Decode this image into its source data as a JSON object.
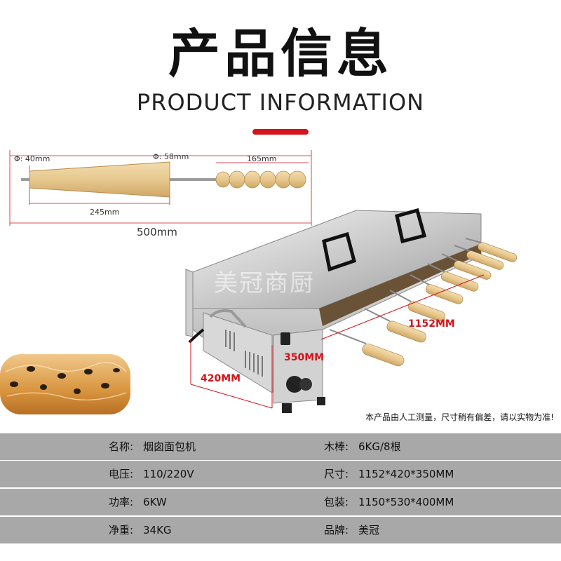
{
  "header": {
    "title": "产品信息",
    "subtitle": "PRODUCT INFORMATION"
  },
  "stick_diagram": {
    "phi_small": "Φ: 40mm",
    "phi_large": "Φ: 58mm",
    "handle_length": "165mm",
    "cone_length": "245mm",
    "total_length": "500mm"
  },
  "machine": {
    "watermark": "美冠商厨",
    "length_label": "1152MM",
    "height_label": "350MM",
    "depth_label": "420MM",
    "disclaimer": "本产品由人工测量，尺寸稍有偏差，请以实物为准!"
  },
  "specs": [
    {
      "left_label": "名称:",
      "left_value": "烟囱面包机",
      "right_label": "木棒:",
      "right_value": "6KG/8根"
    },
    {
      "left_label": "电压:",
      "left_value": "110/220V",
      "right_label": "尺寸:",
      "right_value": "1152*420*350MM"
    },
    {
      "left_label": "功率:",
      "left_value": "6KW",
      "right_label": "包装:",
      "right_value": "1150*530*400MM"
    },
    {
      "left_label": "净重:",
      "left_value": "34KG",
      "right_label": "品牌:",
      "right_value": "美冠"
    }
  ]
}
